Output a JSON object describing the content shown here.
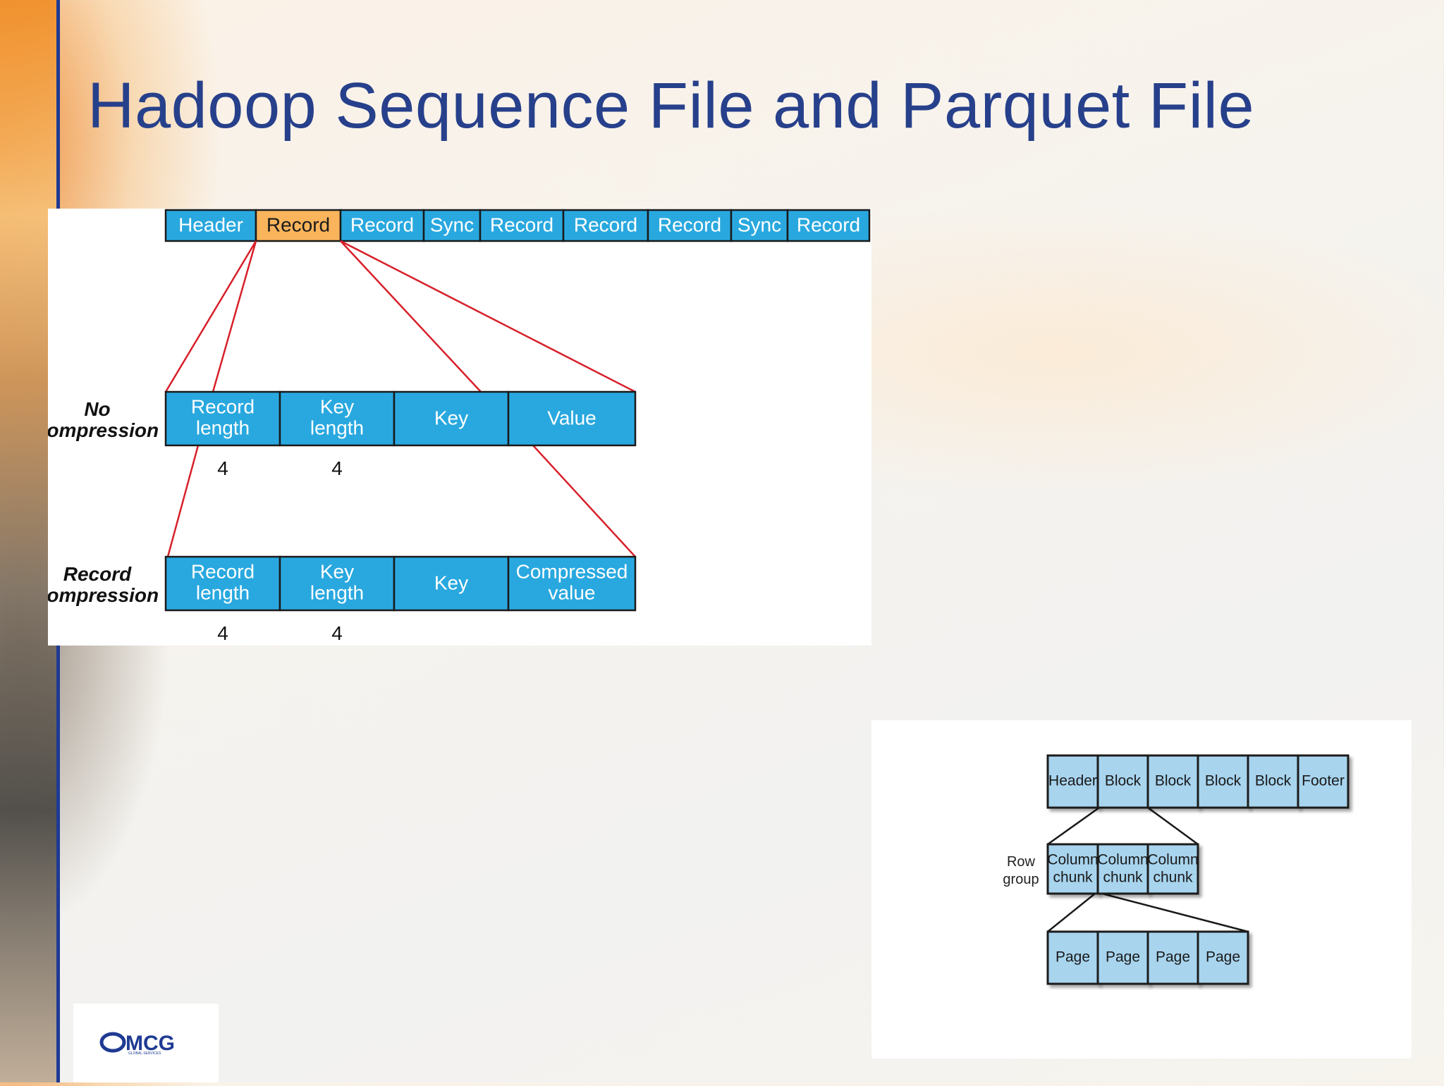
{
  "slide": {
    "title": "Hadoop Sequence File and Parquet File"
  },
  "sequence_file": {
    "top_row": [
      "Header",
      "Record",
      "Record",
      "Sync",
      "Record",
      "Record",
      "Record",
      "Sync",
      "Record"
    ],
    "highlighted_index": 1,
    "no_compression": {
      "label_line1": "No",
      "label_line2": "compression",
      "fields": [
        {
          "line1": "Record",
          "line2": "length",
          "size": "4"
        },
        {
          "line1": "Key",
          "line2": "length",
          "size": "4"
        },
        {
          "line1": "Key",
          "line2": "",
          "size": ""
        },
        {
          "line1": "Value",
          "line2": "",
          "size": ""
        }
      ]
    },
    "record_compression": {
      "label_line1": "Record",
      "label_line2": "compression",
      "fields": [
        {
          "line1": "Record",
          "line2": "length",
          "size": "4"
        },
        {
          "line1": "Key",
          "line2": "length",
          "size": "4"
        },
        {
          "line1": "Key",
          "line2": "",
          "size": ""
        },
        {
          "line1": "Compressed",
          "line2": "value",
          "size": ""
        }
      ]
    },
    "colors": {
      "box": "#29a8df",
      "highlight": "#f9b45c",
      "connector": "#d7202a"
    }
  },
  "parquet_file": {
    "top_row": [
      "Header",
      "Block",
      "Block",
      "Block",
      "Block",
      "Footer"
    ],
    "row_group_label_line1": "Row",
    "row_group_label_line2": "group",
    "column_chunks": [
      {
        "line1": "Column",
        "line2": "chunk"
      },
      {
        "line1": "Column",
        "line2": "chunk"
      },
      {
        "line1": "Column",
        "line2": "chunk"
      }
    ],
    "pages": [
      "Page",
      "Page",
      "Page",
      "Page"
    ],
    "colors": {
      "box": "#a8d4ee"
    }
  },
  "logo": {
    "text": "MCG",
    "subtext": "GLOBAL SERVICES"
  }
}
